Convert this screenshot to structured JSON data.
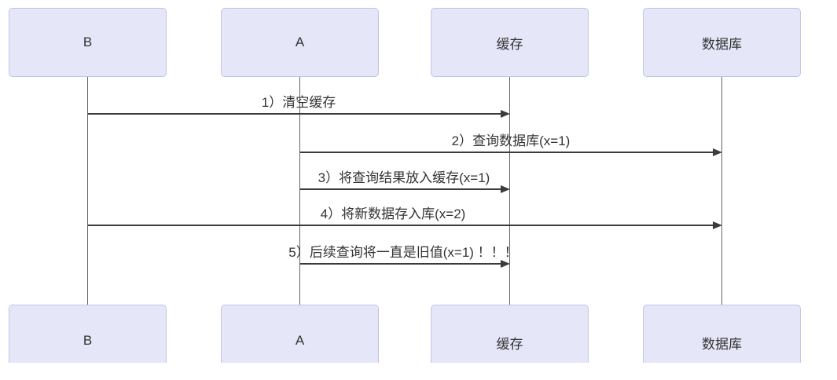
{
  "diagram": {
    "type": "sequence-diagram",
    "topic": "cache-database-inconsistency",
    "participants": [
      {
        "id": "B",
        "label": "B"
      },
      {
        "id": "A",
        "label": "A"
      },
      {
        "id": "cache",
        "label": "缓存"
      },
      {
        "id": "db",
        "label": "数据库"
      }
    ],
    "messages": [
      {
        "order": 1,
        "from": "B",
        "to": "cache",
        "label": "1）清空缓存"
      },
      {
        "order": 2,
        "from": "A",
        "to": "db",
        "label": "2）查询数据库(x=1)"
      },
      {
        "order": 3,
        "from": "A",
        "to": "cache",
        "label": "3）将查询结果放入缓存(x=1)"
      },
      {
        "order": 4,
        "from": "B",
        "to": "db",
        "label": "4）将新数据存入库(x=2)"
      },
      {
        "order": 5,
        "from": "A",
        "to": "cache",
        "label": "5）后续查询将一直是旧值(x=1)  ！！！"
      }
    ],
    "colors": {
      "canvas_bg": "#ffffff",
      "participant_fill": "#e6e6f9",
      "participant_border": "#c3c3e6",
      "lifeline_color": "#646464",
      "arrow_color": "#3b3b3b",
      "text_color": "#333333"
    }
  }
}
